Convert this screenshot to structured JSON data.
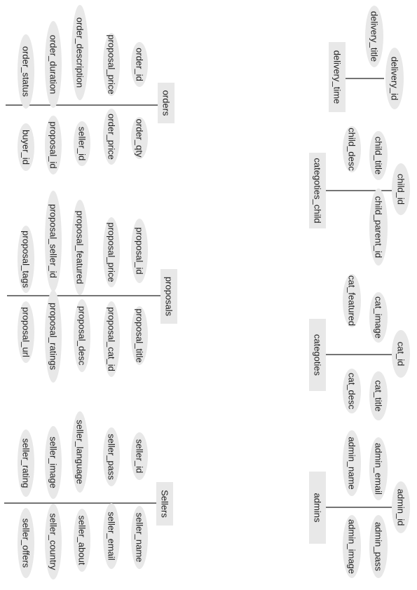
{
  "entities": [
    {
      "id": "orders",
      "name": "orders",
      "attributes": [
        "order_id",
        "proposal_price",
        "order_description",
        "order_duration",
        "order_status",
        "order_qty",
        "order_price",
        "seller_id",
        "proposal_id",
        "buyer_id"
      ]
    },
    {
      "id": "proposals",
      "name": "proposals",
      "attributes": [
        "proposal_id",
        "proposal_price",
        "proposal_featured",
        "proposal_seller_id",
        "proposal_tags",
        "proposal_title",
        "proposal_cat_id",
        "proposal_desc",
        "proposal_ratings",
        "proposal_url"
      ]
    },
    {
      "id": "sellers",
      "name": "Sellers",
      "attributes": [
        "seller_id",
        "seller_pass",
        "seller_language",
        "seller_image",
        "seller_rating",
        "seller_name",
        "seller_email",
        "seller_about",
        "seller_country",
        "seller_offers"
      ]
    },
    {
      "id": "delivery_time",
      "name": "delivery_time",
      "attributes": [
        "delivery_title",
        "delivery_id"
      ]
    },
    {
      "id": "categoties_child",
      "name": "categoties_child",
      "attributes": [
        "child_desc",
        "child_title",
        "child_id",
        "child_parent_id"
      ]
    },
    {
      "id": "categoties",
      "name": "categoties",
      "attributes": [
        "cat_featured",
        "cat_image",
        "cat_id",
        "cat_desc",
        "cat_title"
      ]
    },
    {
      "id": "admins",
      "name": "admins",
      "attributes": [
        "admin_name",
        "admin_email",
        "admin_id",
        "admin_image",
        "admin_pass"
      ]
    }
  ]
}
